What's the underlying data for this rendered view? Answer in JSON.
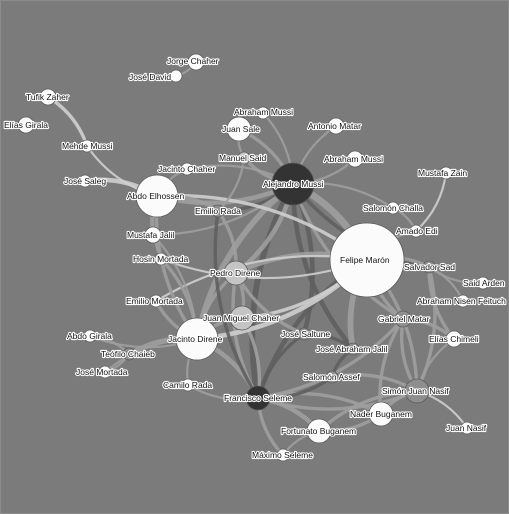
{
  "colors": {
    "background": "#7b7b7b",
    "node_dark": "#333333",
    "node_mid": "#8e8e8e",
    "node_light": "#c4c4c4",
    "node_white": "#fbfbfb",
    "edge_dark": "#5f5f5f",
    "edge_light": "#9e9e9e",
    "edge_pale": "#cfcfcf"
  },
  "nodes": [
    {
      "id": "jorge_chaher",
      "label": "Jorge Chaher",
      "size": "s",
      "tone": "white"
    },
    {
      "id": "jose_david",
      "label": "José David",
      "size": "xs",
      "tone": "white"
    },
    {
      "id": "tufik_zaher",
      "label": "Tufik Zaher",
      "size": "s",
      "tone": "white"
    },
    {
      "id": "elias_girala",
      "label": "Elías Girala",
      "size": "s",
      "tone": "white"
    },
    {
      "id": "mehde_mussi",
      "label": "Mehde Mussi",
      "size": "xs",
      "tone": "white"
    },
    {
      "id": "jose_saleg",
      "label": "José Saleg",
      "size": "xs",
      "tone": "white"
    },
    {
      "id": "abraham_mussi",
      "label": "Abraham Mussi",
      "size": "xs",
      "tone": "white"
    },
    {
      "id": "juan_sale",
      "label": "Juan Sale",
      "size": "m",
      "tone": "white"
    },
    {
      "id": "antonio_matar",
      "label": "Antonio Matar",
      "size": "s",
      "tone": "white"
    },
    {
      "id": "manuel_said",
      "label": "Manuel Said",
      "size": "xs",
      "tone": "light"
    },
    {
      "id": "abraham_mussi_2",
      "label": "Abraham Mussi",
      "size": "s",
      "tone": "white"
    },
    {
      "id": "jacinto_chaher",
      "label": "Jacinto Chaher",
      "size": "xs",
      "tone": "white"
    },
    {
      "id": "mustafa_zain",
      "label": "Mustafa Zain",
      "size": "xs",
      "tone": "white"
    },
    {
      "id": "abdo_elhossen",
      "label": "Abdo Elhossen",
      "size": "l",
      "tone": "white"
    },
    {
      "id": "alejandro_mussi",
      "label": "Alejandro Mussi",
      "size": "l",
      "tone": "dark"
    },
    {
      "id": "emilio_rada",
      "label": "Emilio Rada",
      "size": "xs",
      "tone": "mid"
    },
    {
      "id": "salomon_challa",
      "label": "Salomón Challa",
      "size": "xs",
      "tone": "white"
    },
    {
      "id": "amado_edi",
      "label": "Amado Edi",
      "size": "xs",
      "tone": "white"
    },
    {
      "id": "mustafa_jalil",
      "label": "Mustafa Jalil",
      "size": "s",
      "tone": "white"
    },
    {
      "id": "hosin_mortada",
      "label": "Hosin Mortada",
      "size": "xs",
      "tone": "white"
    },
    {
      "id": "felipe_maron",
      "label": "Felipe Marón",
      "size": "xl",
      "tone": "white"
    },
    {
      "id": "salvador_sad",
      "label": "Salvador Sad",
      "size": "xs",
      "tone": "mid"
    },
    {
      "id": "pedro_direne",
      "label": "Pedro Direne",
      "size": "m",
      "tone": "light"
    },
    {
      "id": "said_arden",
      "label": "Said Arden",
      "size": "xs",
      "tone": "white"
    },
    {
      "id": "abraham_nisen_feituch",
      "label": "Abraham Nisen Feituch",
      "size": "xs",
      "tone": "white"
    },
    {
      "id": "emilio_mortada",
      "label": "Emilio Mortada",
      "size": "xs",
      "tone": "white"
    },
    {
      "id": "juan_miguel_chaher",
      "label": "Juan Miguel Chaher",
      "size": "m",
      "tone": "light"
    },
    {
      "id": "gabriel_matar",
      "label": "Gabriel Matar",
      "size": "s",
      "tone": "mid"
    },
    {
      "id": "jose_saltune",
      "label": "José Saltune",
      "size": "xs",
      "tone": "mid"
    },
    {
      "id": "elias_chimeli",
      "label": "Elías Chimeli",
      "size": "s",
      "tone": "white"
    },
    {
      "id": "abdo_girala",
      "label": "Abdo Girala",
      "size": "xs",
      "tone": "white"
    },
    {
      "id": "jacinto_direne",
      "label": "Jacinto Direne",
      "size": "l",
      "tone": "white"
    },
    {
      "id": "jose_abraham_jalil",
      "label": "José Abraham Jalil",
      "size": "xs",
      "tone": "mid"
    },
    {
      "id": "teofilo_chaieb",
      "label": "Teófilo Chaieb",
      "size": "xs",
      "tone": "mid"
    },
    {
      "id": "jose_mortada",
      "label": "José Mortada",
      "size": "xs",
      "tone": "white"
    },
    {
      "id": "salomon_assef",
      "label": "Salomón Assef",
      "size": "xs",
      "tone": "mid"
    },
    {
      "id": "camilo_rada",
      "label": "Camilo Rada",
      "size": "xs",
      "tone": "white"
    },
    {
      "id": "simon_juan_nasif",
      "label": "Simón Juan Nasif",
      "size": "m",
      "tone": "mid"
    },
    {
      "id": "francisco_seleme",
      "label": "Francisco Seleme",
      "size": "m",
      "tone": "dark"
    },
    {
      "id": "nader_buganem",
      "label": "Nader Buganem",
      "size": "m",
      "tone": "white"
    },
    {
      "id": "juan_nasif",
      "label": "Juan Nasif",
      "size": "xs",
      "tone": "white"
    },
    {
      "id": "fortunato_buganem",
      "label": "Fortunato Buganem",
      "size": "m",
      "tone": "white"
    },
    {
      "id": "maximo_seleme",
      "label": "Máximo Seleme",
      "size": "xs",
      "tone": "white"
    }
  ],
  "edges": [
    {
      "source": "alejandro_mussi",
      "target": "felipe_maron",
      "weight": 5,
      "tone": "light"
    },
    {
      "source": "alejandro_mussi",
      "target": "francisco_seleme",
      "weight": 4,
      "tone": "dark"
    },
    {
      "source": "alejandro_mussi",
      "target": "abdo_elhossen",
      "weight": 3,
      "tone": "light"
    },
    {
      "source": "alejandro_mussi",
      "target": "jacinto_direne",
      "weight": 4,
      "tone": "light"
    },
    {
      "source": "alejandro_mussi",
      "target": "pedro_direne",
      "weight": 3,
      "tone": "light"
    },
    {
      "source": "alejandro_mussi",
      "target": "juan_sale",
      "weight": 2,
      "tone": "light"
    },
    {
      "source": "alejandro_mussi",
      "target": "manuel_said",
      "weight": 2,
      "tone": "light"
    },
    {
      "source": "alejandro_mussi",
      "target": "abraham_mussi",
      "weight": 1,
      "tone": "light"
    },
    {
      "source": "alejandro_mussi",
      "target": "antonio_matar",
      "weight": 1,
      "tone": "light"
    },
    {
      "source": "alejandro_mussi",
      "target": "abraham_mussi_2",
      "weight": 1,
      "tone": "light"
    },
    {
      "source": "alejandro_mussi",
      "target": "emilio_rada",
      "weight": 2,
      "tone": "dark"
    },
    {
      "source": "alejandro_mussi",
      "target": "salvador_sad",
      "weight": 2,
      "tone": "dark"
    },
    {
      "source": "alejandro_mussi",
      "target": "jose_saltune",
      "weight": 3,
      "tone": "dark"
    },
    {
      "source": "alejandro_mussi",
      "target": "jose_abraham_jalil",
      "weight": 3,
      "tone": "dark"
    },
    {
      "source": "alejandro_mussi",
      "target": "mustafa_jalil",
      "weight": 1,
      "tone": "light"
    },
    {
      "source": "alejandro_mussi",
      "target": "jacinto_chaher",
      "weight": 1,
      "tone": "light"
    },
    {
      "source": "alejandro_mussi",
      "target": "salomon_challa",
      "weight": 1,
      "tone": "light"
    },
    {
      "source": "alejandro_mussi",
      "target": "gabriel_matar",
      "weight": 2,
      "tone": "light"
    },
    {
      "source": "francisco_seleme",
      "target": "felipe_maron",
      "weight": 3,
      "tone": "dark"
    },
    {
      "source": "francisco_seleme",
      "target": "jacinto_direne",
      "weight": 3,
      "tone": "light"
    },
    {
      "source": "francisco_seleme",
      "target": "fortunato_buganem",
      "weight": 3,
      "tone": "light"
    },
    {
      "source": "francisco_seleme",
      "target": "maximo_seleme",
      "weight": 2,
      "tone": "light"
    },
    {
      "source": "francisco_seleme",
      "target": "nader_buganem",
      "weight": 2,
      "tone": "light"
    },
    {
      "source": "francisco_seleme",
      "target": "simon_juan_nasif",
      "weight": 2,
      "tone": "light"
    },
    {
      "source": "francisco_seleme",
      "target": "camilo_rada",
      "weight": 1,
      "tone": "light"
    },
    {
      "source": "francisco_seleme",
      "target": "salomon_assef",
      "weight": 2,
      "tone": "dark"
    },
    {
      "source": "francisco_seleme",
      "target": "jose_saltune",
      "weight": 2,
      "tone": "dark"
    },
    {
      "source": "francisco_seleme",
      "target": "juan_miguel_chaher",
      "weight": 2,
      "tone": "light"
    },
    {
      "source": "francisco_seleme",
      "target": "pedro_direne",
      "weight": 2,
      "tone": "light"
    },
    {
      "source": "francisco_seleme",
      "target": "gabriel_matar",
      "weight": 2,
      "tone": "light"
    },
    {
      "source": "felipe_maron",
      "target": "jacinto_direne",
      "weight": 3,
      "tone": "pale"
    },
    {
      "source": "felipe_maron",
      "target": "pedro_direne",
      "weight": 3,
      "tone": "light"
    },
    {
      "source": "felipe_maron",
      "target": "salvador_sad",
      "weight": 2,
      "tone": "light"
    },
    {
      "source": "felipe_maron",
      "target": "gabriel_matar",
      "weight": 2,
      "tone": "light"
    },
    {
      "source": "felipe_maron",
      "target": "simon_juan_nasif",
      "weight": 2,
      "tone": "light"
    },
    {
      "source": "felipe_maron",
      "target": "jose_abraham_jalil",
      "weight": 4,
      "tone": "light"
    },
    {
      "source": "felipe_maron",
      "target": "amado_edi",
      "weight": 1,
      "tone": "light"
    },
    {
      "source": "felipe_maron",
      "target": "abdo_elhossen",
      "weight": 2,
      "tone": "pale"
    },
    {
      "source": "felipe_maron",
      "target": "juan_miguel_chaher",
      "weight": 2,
      "tone": "pale"
    },
    {
      "source": "felipe_maron",
      "target": "emilio_mortada",
      "weight": 1,
      "tone": "pale"
    },
    {
      "source": "felipe_maron",
      "target": "hosin_mortada",
      "weight": 1,
      "tone": "pale"
    },
    {
      "source": "salvador_sad",
      "target": "said_arden",
      "weight": 1,
      "tone": "light"
    },
    {
      "source": "salvador_sad",
      "target": "abraham_nisen_feituch",
      "weight": 1,
      "tone": "light"
    },
    {
      "source": "salvador_sad",
      "target": "elias_chimeli",
      "weight": 2,
      "tone": "light"
    },
    {
      "source": "salvador_sad",
      "target": "simon_juan_nasif",
      "weight": 2,
      "tone": "light"
    },
    {
      "source": "gabriel_matar",
      "target": "simon_juan_nasif",
      "weight": 2,
      "tone": "light"
    },
    {
      "source": "gabriel_matar",
      "target": "elias_chimeli",
      "weight": 2,
      "tone": "light"
    },
    {
      "source": "gabriel_matar",
      "target": "nader_buganem",
      "weight": 2,
      "tone": "light"
    },
    {
      "source": "simon_juan_nasif",
      "target": "juan_nasif",
      "weight": 1,
      "tone": "pale"
    },
    {
      "source": "simon_juan_nasif",
      "target": "nader_buganem",
      "weight": 2,
      "tone": "light"
    },
    {
      "source": "simon_juan_nasif",
      "target": "elias_chimeli",
      "weight": 1,
      "tone": "light"
    },
    {
      "source": "jacinto_direne",
      "target": "teofilo_chaieb",
      "weight": 2,
      "tone": "light"
    },
    {
      "source": "jacinto_direne",
      "target": "abdo_girala",
      "weight": 1,
      "tone": "light"
    },
    {
      "source": "jacinto_direne",
      "target": "jose_mortada",
      "weight": 1,
      "tone": "light"
    },
    {
      "source": "jacinto_direne",
      "target": "emilio_mortada",
      "weight": 2,
      "tone": "light"
    },
    {
      "source": "jacinto_direne",
      "target": "hosin_mortada",
      "weight": 2,
      "tone": "light"
    },
    {
      "source": "jacinto_direne",
      "target": "juan_miguel_chaher",
      "weight": 2,
      "tone": "light"
    },
    {
      "source": "jacinto_direne",
      "target": "camilo_rada",
      "weight": 1,
      "tone": "light"
    },
    {
      "source": "jacinto_direne",
      "target": "pedro_direne",
      "weight": 2,
      "tone": "light"
    },
    {
      "source": "jacinto_direne",
      "target": "mustafa_jalil",
      "weight": 1,
      "tone": "light"
    },
    {
      "source": "jacinto_direne",
      "target": "abdo_elhossen",
      "weight": 2,
      "tone": "light"
    },
    {
      "source": "teofilo_chaieb",
      "target": "abdo_girala",
      "weight": 1,
      "tone": "light"
    },
    {
      "source": "teofilo_chaieb",
      "target": "jose_mortada",
      "weight": 1,
      "tone": "light"
    },
    {
      "source": "abdo_elhossen",
      "target": "jose_saleg",
      "weight": 3,
      "tone": "pale"
    },
    {
      "source": "abdo_elhossen",
      "target": "emilio_rada",
      "weight": 2,
      "tone": "light"
    },
    {
      "source": "abdo_elhossen",
      "target": "mustafa_jalil",
      "weight": 1,
      "tone": "light"
    },
    {
      "source": "abdo_elhossen",
      "target": "jacinto_chaher",
      "weight": 1,
      "tone": "light"
    },
    {
      "source": "abdo_elhossen",
      "target": "hosin_mortada",
      "weight": 1,
      "tone": "light"
    },
    {
      "source": "emilio_rada",
      "target": "pedro_direne",
      "weight": 2,
      "tone": "light"
    },
    {
      "source": "emilio_rada",
      "target": "francisco_seleme",
      "weight": 2,
      "tone": "dark"
    },
    {
      "source": "pedro_direne",
      "target": "juan_miguel_chaher",
      "weight": 2,
      "tone": "light"
    },
    {
      "source": "pedro_direne",
      "target": "jose_saltune",
      "weight": 2,
      "tone": "light"
    },
    {
      "source": "jose_saltune",
      "target": "jose_abraham_jalil",
      "weight": 2,
      "tone": "dark"
    },
    {
      "source": "jose_abraham_jalil",
      "target": "salomon_assef",
      "weight": 2,
      "tone": "dark"
    },
    {
      "source": "salomon_assef",
      "target": "simon_juan_nasif",
      "weight": 2,
      "tone": "light"
    },
    {
      "source": "fortunato_buganem",
      "target": "nader_buganem",
      "weight": 2,
      "tone": "light"
    },
    {
      "source": "fortunato_buganem",
      "target": "simon_juan_nasif",
      "weight": 2,
      "tone": "light"
    },
    {
      "source": "fortunato_buganem",
      "target": "maximo_seleme",
      "weight": 1,
      "tone": "light"
    },
    {
      "source": "tufik_zaher",
      "target": "mehde_mussi",
      "weight": 2,
      "tone": "pale"
    },
    {
      "source": "mehde_mussi",
      "target": "abdo_elhossen",
      "weight": 1,
      "tone": "pale"
    },
    {
      "source": "jorge_chaher",
      "target": "jose_david",
      "weight": 1,
      "tone": "light"
    },
    {
      "source": "amado_edi",
      "target": "salomon_challa",
      "weight": 1,
      "tone": "light"
    },
    {
      "source": "mustafa_zain",
      "target": "amado_edi",
      "weight": 1,
      "tone": "pale"
    },
    {
      "source": "juan_sale",
      "target": "manuel_said",
      "weight": 1,
      "tone": "light"
    },
    {
      "source": "manuel_said",
      "target": "emilio_rada",
      "weight": 1,
      "tone": "light"
    }
  ]
}
